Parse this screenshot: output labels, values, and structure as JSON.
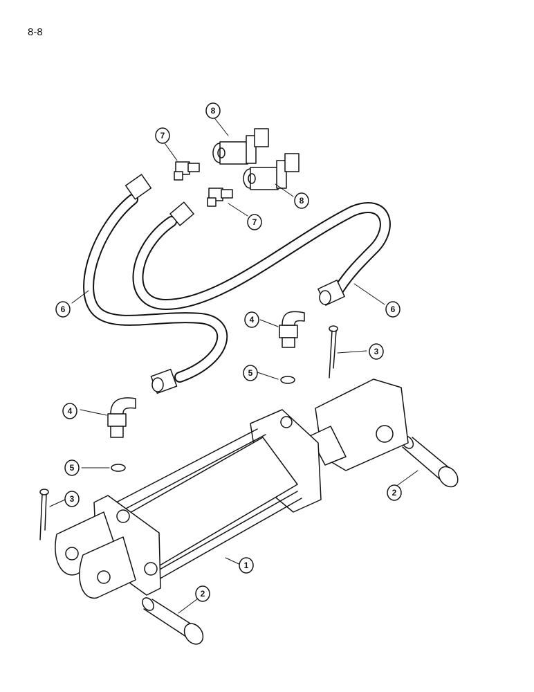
{
  "page": {
    "number": "8-8"
  },
  "callouts": [
    {
      "label": "1",
      "part": "hydraulic-cylinder"
    },
    {
      "label": "2",
      "part": "clevis-pin-right"
    },
    {
      "label": "2",
      "part": "clevis-pin-bottom"
    },
    {
      "label": "3",
      "part": "cotter-pin-right"
    },
    {
      "label": "3",
      "part": "cotter-pin-left"
    },
    {
      "label": "4",
      "part": "elbow-fitting-upper"
    },
    {
      "label": "4",
      "part": "elbow-fitting-lower"
    },
    {
      "label": "5",
      "part": "o-ring-upper"
    },
    {
      "label": "5",
      "part": "o-ring-lower"
    },
    {
      "label": "6",
      "part": "hydraulic-hose-left"
    },
    {
      "label": "6",
      "part": "hydraulic-hose-right"
    },
    {
      "label": "7",
      "part": "adapter-fitting-upper"
    },
    {
      "label": "7",
      "part": "adapter-fitting-lower"
    },
    {
      "label": "8",
      "part": "quick-coupler-upper"
    },
    {
      "label": "8",
      "part": "quick-coupler-lower"
    }
  ],
  "colors": {
    "line": "#111111",
    "background": "#ffffff"
  }
}
